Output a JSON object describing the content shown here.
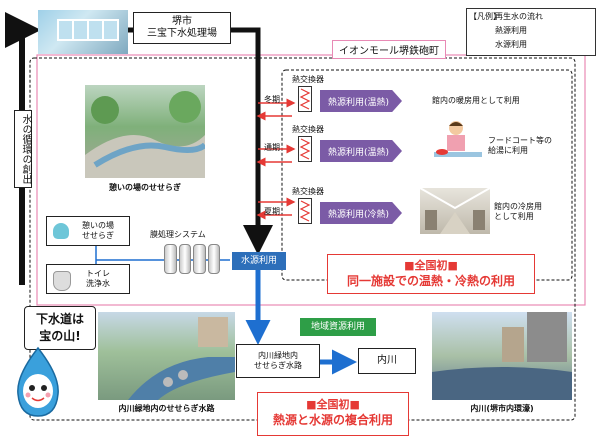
{
  "legend": {
    "title": "【凡例】",
    "items": [
      {
        "label": "再生水の流れ",
        "color": "#111111"
      },
      {
        "label": "熱源利用",
        "color": "#e53935"
      },
      {
        "label": "水源利用",
        "color": "#1e6fd0"
      }
    ]
  },
  "plant": {
    "name_line1": "堺市",
    "name_line2": "三宝下水処理場"
  },
  "mall": {
    "name": "イオンモール堺鉄砲町"
  },
  "cycle": {
    "label": "水の循環の創出"
  },
  "heat_rows": [
    {
      "season": "冬期",
      "hx": "熱交換器",
      "use": "熱源利用(温熱)",
      "desc": "館内の暖房用として利用"
    },
    {
      "season": "通期",
      "hx": "熱交換器",
      "use": "熱源利用(温熱)",
      "desc": "フードコート等の\n給湯に利用"
    },
    {
      "season": "夏期",
      "hx": "熱交換器",
      "use": "熱源利用(冷熱)",
      "desc": "館内の冷房用\nとして利用"
    }
  ],
  "photos": {
    "garden_caption": "憩いの場のせせらぎ",
    "canal_caption": "内川緑地内のせせらぎ水路",
    "river_caption": "内川(堺市内環濠)"
  },
  "facilities": {
    "seseragi": "憩いの場\nせせらぎ",
    "toilet": "トイレ\n洗浄水",
    "membrane": "膜処理システム",
    "water_use": "水源利用"
  },
  "first1": {
    "tag": "■全国初■",
    "text": "同一施設での温熱・冷熱の利用"
  },
  "first2": {
    "tag": "■全国初■",
    "text": "熱源と水源の複合利用"
  },
  "regional": {
    "label": "地域資源利用"
  },
  "channel": {
    "label": "内川緑地内\nせせらぎ水路"
  },
  "river": {
    "label": "内川"
  },
  "mascot": {
    "speech": "下水道は\n宝の山!"
  }
}
